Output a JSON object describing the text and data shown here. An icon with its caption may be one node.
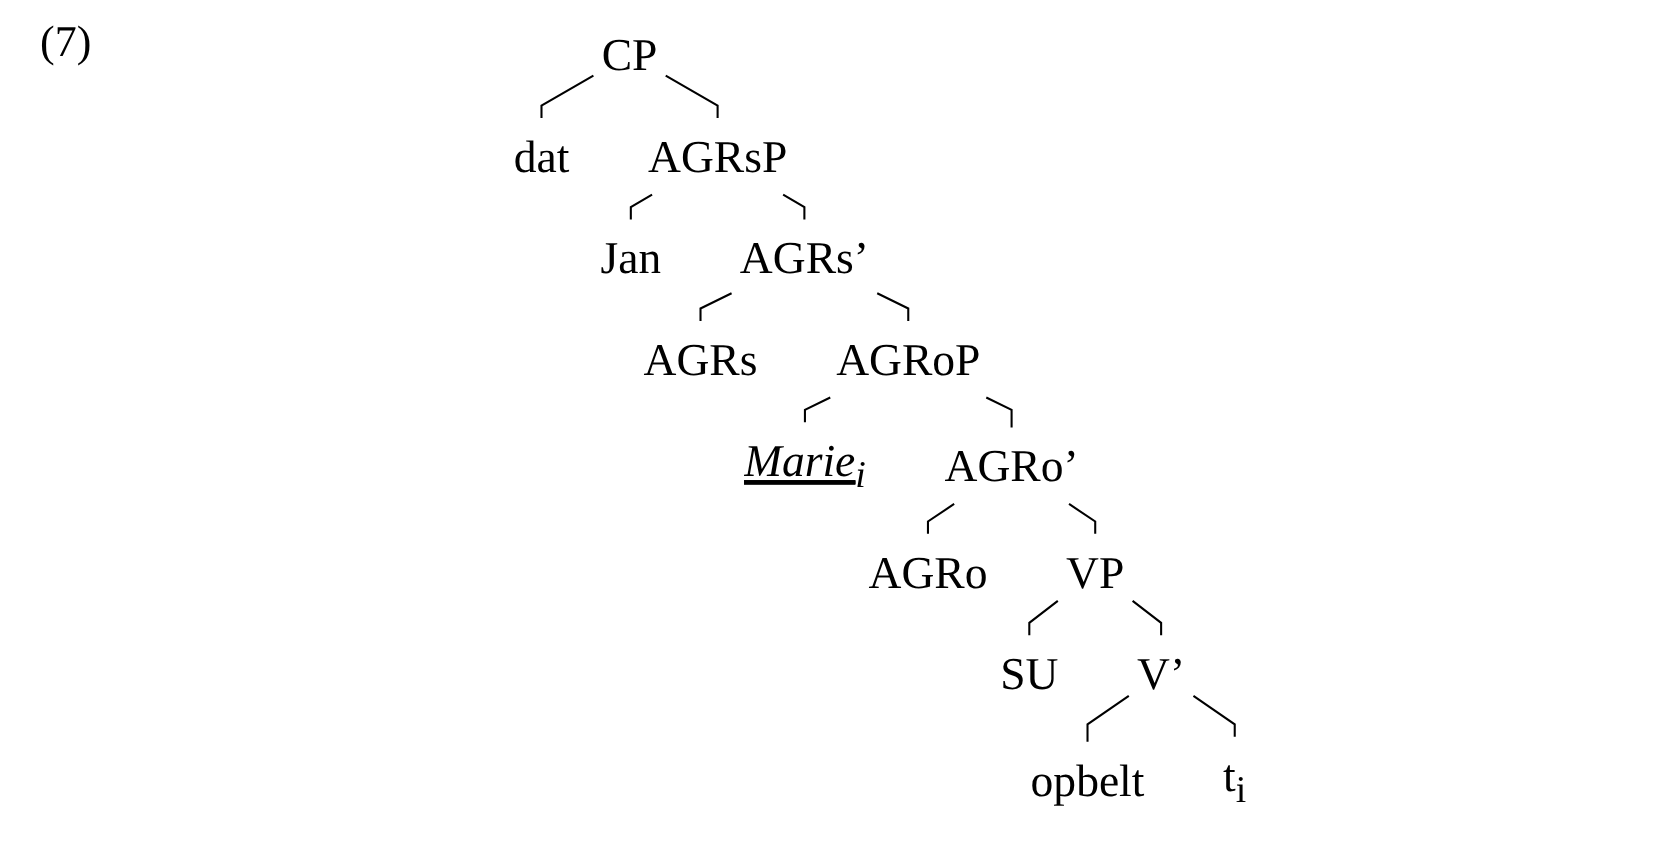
{
  "diagram": {
    "nodes": [
      {
        "text": [
          "CP"
        ]
      },
      {
        "text": [
          "dat"
        ]
      },
      {
        "text": [
          "AGRsP"
        ]
      },
      {
        "text": [
          "Jan"
        ]
      },
      {
        "text": [
          "AGRs’"
        ]
      },
      {
        "text": [
          "AGRs"
        ]
      },
      {
        "text": [
          "AGRoP"
        ]
      },
      {
        "text": [
          "Marie$_{i}$"
        ]
      },
      {
        "text": [
          "AGRo’"
        ]
      },
      {
        "text": [
          "AGRo"
        ]
      },
      {
        "text": [
          "VP"
        ]
      },
      {
        "text": [
          "SU"
        ]
      },
      {
        "text": [
          "V’"
        ]
      },
      {
        "text": [
          "opbelt"
        ]
      },
      {
        "text": [
          "t$_{i}$"
        ]
      }
    ],
    "edges": [
      {
        "from": 0,
        "to": 1,
        "arrow": "none"
      },
      {
        "from": 0,
        "to": 2,
        "arrow": "none"
      },
      {
        "from": 2,
        "to": 3,
        "arrow": "none"
      },
      {
        "from": 2,
        "to": 4,
        "arrow": "none"
      },
      {
        "from": 4,
        "to": 5,
        "arrow": "none"
      },
      {
        "from": 4,
        "to": 6,
        "arrow": "none"
      },
      {
        "from": 6,
        "to": 7,
        "arrow": "none"
      },
      {
        "from": 6,
        "to": 8,
        "arrow": "none"
      },
      {
        "from": 8,
        "to": 9,
        "arrow": "none"
      },
      {
        "from": 8,
        "to": 10,
        "arrow": "none"
      },
      {
        "from": 10,
        "to": 11,
        "arrow": "none"
      },
      {
        "from": 10,
        "to": 12,
        "arrow": "none"
      },
      {
        "from": 12,
        "to": 13,
        "arrow": "none"
      },
      {
        "from": 12,
        "to": 14,
        "arrow": "none"
      }
    ],
    "labels": [
      "(7)"
    ]
  }
}
